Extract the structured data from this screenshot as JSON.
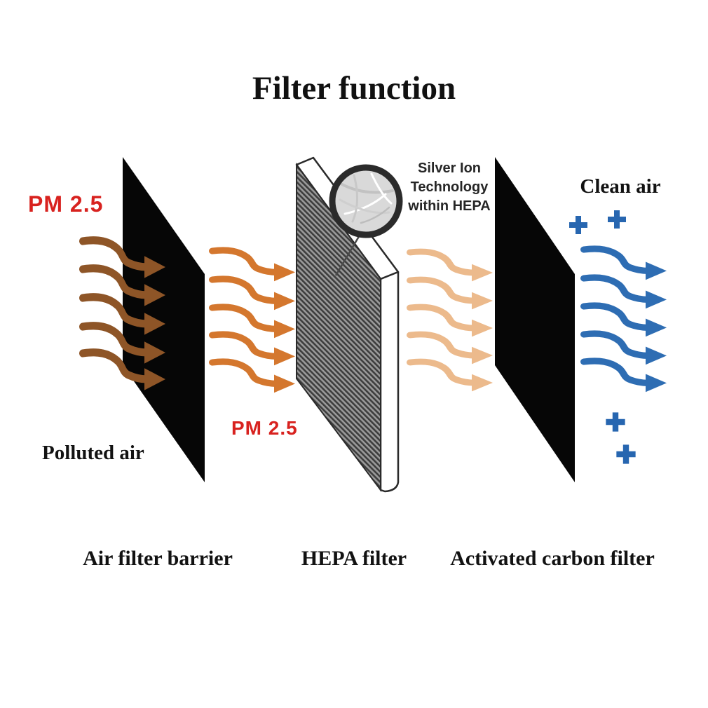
{
  "title": "Filter function",
  "stages": {
    "pm25_left": "PM 2.5",
    "pm25_middle": "PM 2.5",
    "polluted_label": "Polluted air",
    "clean_label": "Clean air",
    "inset_caption_lines": [
      "Silver Ion",
      "Technology",
      "within HEPA"
    ]
  },
  "filters": [
    {
      "label": "Air filter barrier"
    },
    {
      "label": "HEPA filter"
    },
    {
      "label": "Activated carbon filter"
    }
  ],
  "flows": [
    {
      "name": "polluted-air-flow",
      "arrow_count": 5,
      "color": "#8e5527"
    },
    {
      "name": "pm25-flow",
      "arrow_count": 5,
      "color": "#d4772e"
    },
    {
      "name": "filtered-air-flow",
      "arrow_count": 5,
      "color": "#ecba8c"
    },
    {
      "name": "clean-air-flow",
      "arrow_count": 5,
      "color": "#2e6db3"
    }
  ],
  "ions": {
    "plus_symbol": "+",
    "count": 4,
    "color": "#2766b0"
  },
  "colors": {
    "panel_black": "#060606",
    "hepa_hatch_dark": "#3d3d3d",
    "hepa_hatch_light": "#9a9a9a",
    "inset_fiber_fill": "#d9d9d9",
    "inset_ring": "#2b2b2b",
    "pm25_text": "#d8221f",
    "heading_text": "#111111"
  }
}
